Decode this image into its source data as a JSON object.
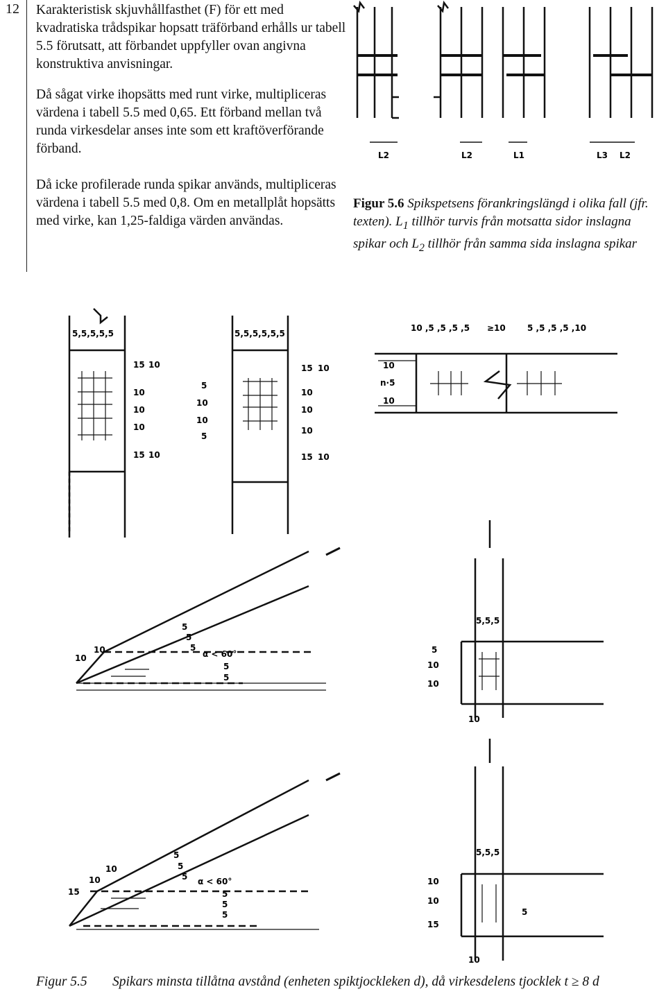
{
  "page_number": "12",
  "paragraphs": [
    "Karakteristisk skjuvhållfasthet (F) för ett med kvadratiska trådspikar hopsatt träförband erhålls ur tabell 5.5 förutsatt, att förbandet uppfyller ovan angivna konstruktiva anvisningar.",
    "Då sågat virke ihopsätts med runt virke, multipliceras värdena i tabell 5.5 med 0,65. Ett förband mellan två runda virkesdelar anses inte som ett kraftöverförande förband.",
    "Då icke profilerade runda spikar används, multipliceras värdena i tabell 5.5 med 0,8. Om en metallplåt hopsätts med virke, kan 1,25-faldiga värden användas."
  ],
  "figure56": {
    "label": "Figur 5.6",
    "caption_a": "Spikspetsens förankringslängd i olika fall (jfr. texten). L",
    "sub1": "1",
    "caption_b": " tillhör turvis från motsatta sidor inslagna spikar och L",
    "sub2": "2",
    "caption_c": " tillhör från samma sida inslagna spikar",
    "dim_labels": [
      "L2",
      "L2",
      "L1",
      "L3",
      "L2"
    ]
  },
  "figure55": {
    "label": "Figur 5.5",
    "caption_prefix": "Spikars minsta tillåtna avstånd (enheten spiktjockleken d), då virkesdelens tjocklek t ",
    "caption_symbol": "≥",
    "caption_suffix": " 8 d",
    "labels": {
      "a_top": "5,5,5,5,5",
      "a_15": "15",
      "a_10": "10",
      "a_rows": [
        "10",
        "10",
        "10"
      ],
      "b_top": "5,5,5,5,5,5",
      "b_left": [
        "5",
        "10",
        "10",
        "5"
      ],
      "b_right": [
        "15",
        "10"
      ],
      "b_rows": [
        "10",
        "10",
        "10"
      ],
      "c_top1": "10 ,5 ,5 ,5 ,5",
      "c_top2": "≥10",
      "c_top3": "5 ,5 ,5 ,5 ,10",
      "c_left": [
        "10",
        "n·5",
        "10"
      ],
      "d_edge": [
        "10",
        "10"
      ],
      "d_pitch": [
        "5",
        "5",
        "5"
      ],
      "d_below": [
        "5",
        "5"
      ],
      "d_angle": "α < 60°",
      "e_top": "5,5,5",
      "e_left": [
        "5",
        "10",
        "10"
      ],
      "e_bottom": "10",
      "f_edge": [
        "15",
        "10",
        "10"
      ],
      "f_pitch": [
        "5",
        "5",
        "5"
      ],
      "f_below": [
        "5",
        "5",
        "5"
      ],
      "f_angle": "α < 60°",
      "g_top": "5,5,5",
      "g_left": [
        "10",
        "10",
        "15"
      ],
      "g_right": "5",
      "g_bottom": "10"
    }
  }
}
